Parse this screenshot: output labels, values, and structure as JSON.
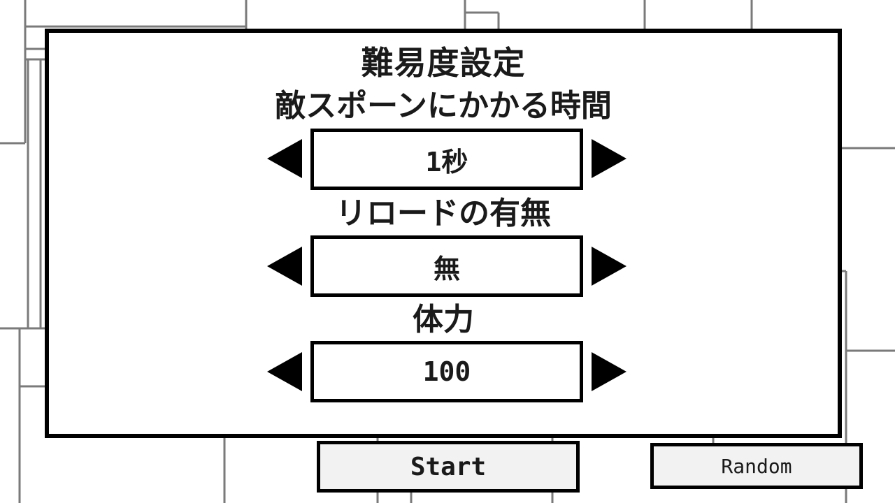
{
  "dialog": {
    "title": "難易度設定"
  },
  "settings": [
    {
      "label": "敵スポーンにかかる時間",
      "value": "1秒"
    },
    {
      "label": "リロードの有無",
      "value": "無"
    },
    {
      "label": "体力",
      "value": "100"
    }
  ],
  "buttons": {
    "start_label": "Start",
    "random_label": "Random"
  },
  "icons": {
    "decrease": "left-triangle-icon",
    "increase": "right-triangle-icon"
  },
  "colors": {
    "background": "#ffffff",
    "grid_lines": "#7a7a7a",
    "border": "#000000",
    "button_fill": "#f2f2f2"
  }
}
